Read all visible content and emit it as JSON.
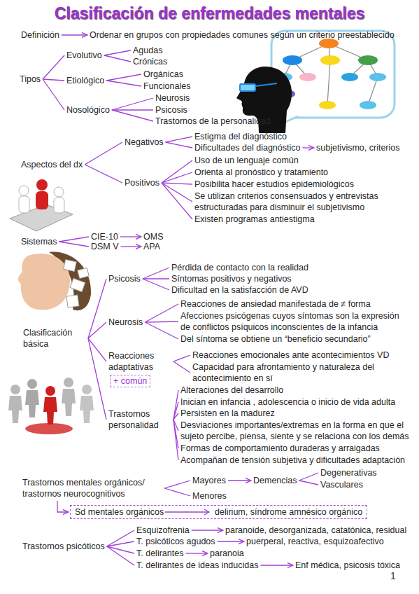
{
  "diagram": {
    "title": "Clasificación de enfermedades mentales",
    "nodes": [
      {
        "text": [
          "Definición"
        ]
      },
      {
        "text": [
          "Ordenar en grupos con propiedades comunes según un criterio preestablecido"
        ]
      },
      {
        "text": [
          "Tipos"
        ]
      },
      {
        "text": [
          "Evolutivo"
        ]
      },
      {
        "text": [
          "Agudas"
        ]
      },
      {
        "text": [
          "Crónicas"
        ]
      },
      {
        "text": [
          "Etiológico"
        ]
      },
      {
        "text": [
          "Orgánicas"
        ]
      },
      {
        "text": [
          "Funcionales"
        ]
      },
      {
        "text": [
          "Nosológico"
        ]
      },
      {
        "text": [
          "Neurosis"
        ]
      },
      {
        "text": [
          "Psicosis"
        ]
      },
      {
        "text": [
          "Trastornos de la personalidad"
        ]
      },
      {
        "text": [
          "Aspectos del dx"
        ]
      },
      {
        "text": [
          "Negativos"
        ]
      },
      {
        "text": [
          "Estigma del diagnóstico"
        ]
      },
      {
        "text": [
          "Dificultades del diagnóstico"
        ]
      },
      {
        "text": [
          "subjetivismo, criterios"
        ]
      },
      {
        "text": [
          "Positivos"
        ]
      },
      {
        "text": [
          "Uso de un lenguaje común"
        ]
      },
      {
        "text": [
          "Orienta al pronóstico y tratamiento"
        ]
      },
      {
        "text": [
          "Posibilita hacer estudios epidemiológicos"
        ]
      },
      {
        "text": [
          "Se utilizan criterios consensuados y entrevistas estructuradas para disminuir el subjetivismo"
        ]
      },
      {
        "text": [
          "Existen programas antiestigma"
        ]
      },
      {
        "text": [
          "Sistemas"
        ]
      },
      {
        "text": [
          "CIE-10"
        ]
      },
      {
        "text": [
          "OMS"
        ]
      },
      {
        "text": [
          "DSM V"
        ]
      },
      {
        "text": [
          "APA"
        ]
      },
      {
        "text": [
          "Clasificación básica"
        ]
      },
      {
        "text": [
          "Psicosis"
        ]
      },
      {
        "text": [
          "Pérdida de contacto con la realidad"
        ]
      },
      {
        "text": [
          "Síntomas positivos y negativos"
        ]
      },
      {
        "text": [
          "Dificultad en la satisfacción de AVD"
        ]
      },
      {
        "text": [
          "Neurosis"
        ]
      },
      {
        "text": [
          "Reacciones de ansiedad manifestada de ≠ forma"
        ]
      },
      {
        "text": [
          "Afecciones psicógenas cuyos síntomas son la expresión de conflictos psíquicos inconscientes de la infancia"
        ]
      },
      {
        "text": [
          "Del síntoma se obtiene un “beneficio secundario”"
        ]
      },
      {
        "text": [
          "Reacciones adaptativas"
        ]
      },
      {
        "text": [
          "+ común"
        ]
      },
      {
        "text": [
          "Reacciones emocionales ante acontecimientos VD"
        ]
      },
      {
        "text": [
          "Capacidad para afrontamiento y naturaleza del acontecimiento en sí"
        ]
      },
      {
        "text": [
          "Trastornos personalidad"
        ]
      },
      {
        "text": [
          "Alteraciones del desarrollo"
        ]
      },
      {
        "text": [
          "Inician en infancia , adolescencia o inicio de vida adulta"
        ]
      },
      {
        "text": [
          "Persisten en la madurez"
        ]
      },
      {
        "text": [
          "Desviaciones importantes/extremas en la forma en que el sujeto percibe, piensa, siente y se relaciona con los demás"
        ]
      },
      {
        "text": [
          "Formas de comportamiento duraderas y arraigadas"
        ]
      },
      {
        "text": [
          "Acompañan de tensión subjetiva y dificultades adaptación"
        ]
      },
      {
        "text": [
          "Trastornos mentales orgánicos/ trastornos neurocognitivos"
        ]
      },
      {
        "text": [
          "Mayores"
        ]
      },
      {
        "text": [
          "Demencias"
        ]
      },
      {
        "text": [
          "Degenerativas"
        ]
      },
      {
        "text": [
          "Vasculares"
        ]
      },
      {
        "text": [
          "Menores"
        ]
      },
      {
        "text": [
          "Sd mentales orgánicos",
          "delirium, síndrome amnésico orgánico"
        ]
      },
      {
        "text": [
          "Trastornos psicóticos"
        ]
      },
      {
        "text": [
          "Esquizofrenia"
        ]
      },
      {
        "text": [
          "paranoide, desorganizada, catatónica, residual"
        ]
      },
      {
        "text": [
          "T. psicóticos agudos"
        ]
      },
      {
        "text": [
          "puerperal, reactiva, esquizoafectivo"
        ]
      },
      {
        "text": [
          "T. delirantes"
        ]
      },
      {
        "text": [
          "paranoia"
        ]
      },
      {
        "text": [
          "T. delirantes de ideas inducidas"
        ]
      },
      {
        "text": [
          "Enf médica, psicosis tóxica"
        ]
      }
    ],
    "edges": [
      {
        "from": 0,
        "to": 1,
        "arrow": "to"
      },
      {
        "from": 2,
        "to": 3,
        "arrow": "none"
      },
      {
        "from": 2,
        "to": 6,
        "arrow": "none"
      },
      {
        "from": 2,
        "to": 9,
        "arrow": "none"
      },
      {
        "from": 3,
        "to": 4,
        "arrow": "none"
      },
      {
        "from": 3,
        "to": 5,
        "arrow": "none"
      },
      {
        "from": 6,
        "to": 7,
        "arrow": "none"
      },
      {
        "from": 6,
        "to": 8,
        "arrow": "none"
      },
      {
        "from": 9,
        "to": 10,
        "arrow": "none"
      },
      {
        "from": 9,
        "to": 11,
        "arrow": "none"
      },
      {
        "from": 9,
        "to": 12,
        "arrow": "none"
      },
      {
        "from": 13,
        "to": 14,
        "arrow": "none"
      },
      {
        "from": 13,
        "to": 18,
        "arrow": "none"
      },
      {
        "from": 14,
        "to": 15,
        "arrow": "none"
      },
      {
        "from": 14,
        "to": 16,
        "arrow": "none"
      },
      {
        "from": 16,
        "to": 17,
        "arrow": "to"
      },
      {
        "from": 18,
        "to": 19,
        "arrow": "none"
      },
      {
        "from": 18,
        "to": 20,
        "arrow": "none"
      },
      {
        "from": 18,
        "to": 21,
        "arrow": "none"
      },
      {
        "from": 18,
        "to": 22,
        "arrow": "none"
      },
      {
        "from": 18,
        "to": 23,
        "arrow": "none"
      },
      {
        "from": 24,
        "to": 25,
        "arrow": "none"
      },
      {
        "from": 24,
        "to": 27,
        "arrow": "none"
      },
      {
        "from": 25,
        "to": 26,
        "arrow": "to"
      },
      {
        "from": 27,
        "to": 28,
        "arrow": "to"
      },
      {
        "from": 29,
        "to": 30,
        "arrow": "none"
      },
      {
        "from": 29,
        "to": 34,
        "arrow": "none"
      },
      {
        "from": 29,
        "to": 38,
        "arrow": "none"
      },
      {
        "from": 29,
        "to": 42,
        "arrow": "none"
      },
      {
        "from": 30,
        "to": 31,
        "arrow": "none"
      },
      {
        "from": 30,
        "to": 32,
        "arrow": "none"
      },
      {
        "from": 30,
        "to": 33,
        "arrow": "none"
      },
      {
        "from": 34,
        "to": 35,
        "arrow": "none"
      },
      {
        "from": 34,
        "to": 36,
        "arrow": "none"
      },
      {
        "from": 34,
        "to": 37,
        "arrow": "none"
      },
      {
        "from": 38,
        "to": 40,
        "arrow": "none"
      },
      {
        "from": 38,
        "to": 41,
        "arrow": "none"
      },
      {
        "from": 42,
        "to": 43,
        "arrow": "none"
      },
      {
        "from": 42,
        "to": 44,
        "arrow": "none"
      },
      {
        "from": 42,
        "to": 45,
        "arrow": "none"
      },
      {
        "from": 42,
        "to": 46,
        "arrow": "none"
      },
      {
        "from": 42,
        "to": 47,
        "arrow": "none"
      },
      {
        "from": 42,
        "to": 48,
        "arrow": "none"
      },
      {
        "from": 49,
        "to": 50,
        "arrow": "none"
      },
      {
        "from": 49,
        "to": 54,
        "arrow": "none"
      },
      {
        "from": 50,
        "to": 51,
        "arrow": "to"
      },
      {
        "from": 51,
        "to": 52,
        "arrow": "none"
      },
      {
        "from": 51,
        "to": 53,
        "arrow": "none"
      },
      {
        "from": 49,
        "to": 55,
        "arrow": "to"
      },
      {
        "from": 56,
        "to": 57,
        "arrow": "none"
      },
      {
        "from": 56,
        "to": 59,
        "arrow": "none"
      },
      {
        "from": 56,
        "to": 61,
        "arrow": "none"
      },
      {
        "from": 56,
        "to": 63,
        "arrow": "none"
      },
      {
        "from": 57,
        "to": 58,
        "arrow": "to"
      },
      {
        "from": 59,
        "to": 60,
        "arrow": "to"
      },
      {
        "from": 61,
        "to": 62,
        "arrow": "to"
      },
      {
        "from": 63,
        "to": 64,
        "arrow": "to"
      }
    ],
    "labels": [
      "1"
    ]
  }
}
